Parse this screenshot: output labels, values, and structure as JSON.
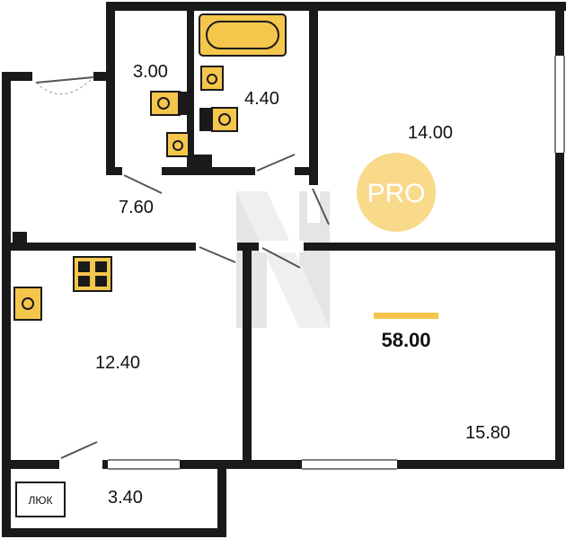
{
  "rooms": [
    {
      "id": "bath_wc",
      "area": "3.00"
    },
    {
      "id": "bathroom",
      "area": "4.40"
    },
    {
      "id": "room_right",
      "area": "14.00"
    },
    {
      "id": "hall",
      "area": "7.60"
    },
    {
      "id": "kitchen",
      "area": "12.40"
    },
    {
      "id": "room_bottom_right",
      "area": "15.80"
    },
    {
      "id": "balcony",
      "area": "3.40"
    }
  ],
  "total_area": "58.00",
  "badge": "PRO",
  "hatch": "ЛЮК",
  "colors": {
    "wall": "#1a1a1a",
    "fixture": "#f5c64c",
    "badge": "#f9d98a",
    "accent": "#f5c64c",
    "watermark": "#d0d0d0"
  }
}
